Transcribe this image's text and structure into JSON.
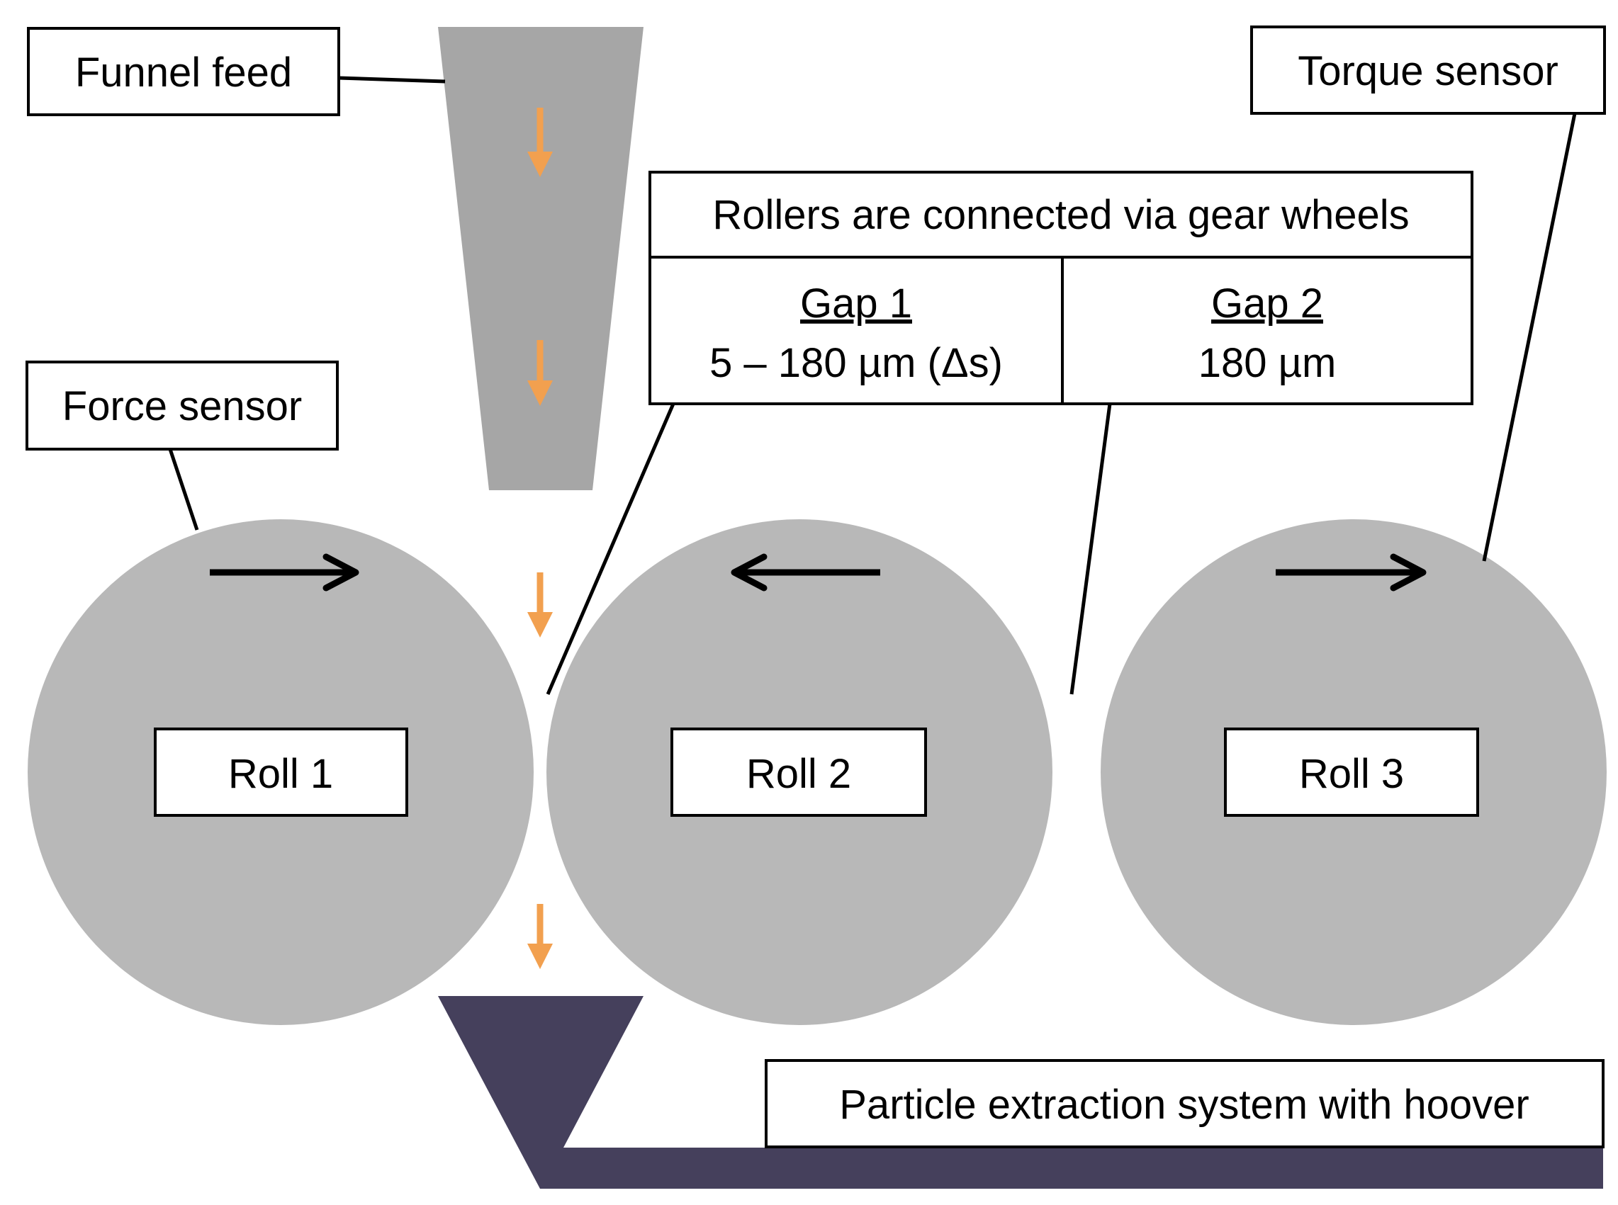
{
  "labels": {
    "funnel_feed": "Funnel feed",
    "torque_sensor": "Torque sensor",
    "force_sensor": "Force sensor",
    "rollers_connected": "Rollers are connected via gear wheels",
    "gap1_title": "Gap 1",
    "gap1_value": "5 – 180 µm (Δs)",
    "gap2_title": "Gap 2",
    "gap2_value": "180 µm",
    "roll1": "Roll 1",
    "roll2": "Roll 2",
    "roll3": "Roll 3",
    "particle_extraction": "Particle extraction system with hoover"
  },
  "colors": {
    "roller_fill": "#b8b8b8",
    "funnel_fill": "#a6a6a6",
    "flow_arrow": "#f2a04f",
    "extraction_fill": "#45405c",
    "rotation_arrow": "#000000"
  },
  "rotation": {
    "roll1": "right",
    "roll2": "left",
    "roll3": "right"
  }
}
